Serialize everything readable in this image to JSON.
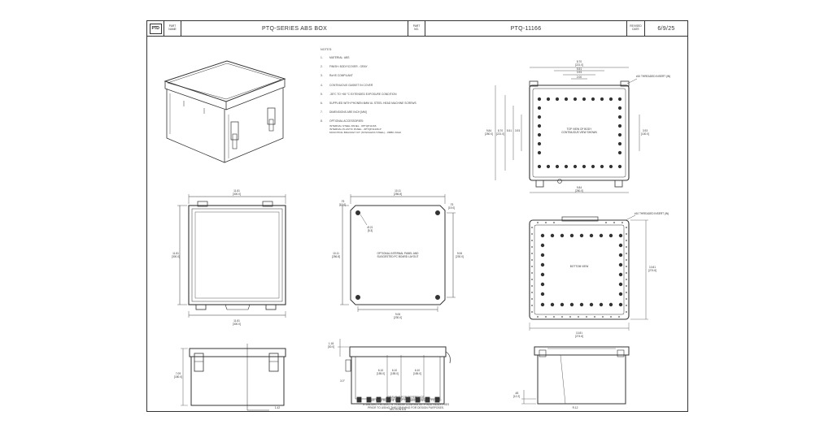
{
  "title_block": {
    "logo": "PTD",
    "part_name_label": [
      "PART",
      "NAME"
    ],
    "part_name": "PTQ-SERIES ABS BOX",
    "part_no_label": [
      "PART",
      "NO."
    ],
    "part_no": "PTQ-11166",
    "revised_label": [
      "REVISED",
      "DATE"
    ],
    "revised_date": "6/9/25"
  },
  "notes": {
    "heading": "NOTES:",
    "items": [
      {
        "num": "1.",
        "text": "MATERIAL: ABS"
      },
      {
        "num": "2.",
        "text": "FINISH: BODY/COVER - GRAY"
      },
      {
        "num": "3.",
        "text": "RoHS COMPLIANT"
      },
      {
        "num": "4.",
        "text": "CONTINUOUS GASKET IN COVER"
      },
      {
        "num": "5.",
        "text": "-35°C TO +65 °C EXTENDED EXPOSURE CONDITION"
      },
      {
        "num": "6.",
        "text": "SUPPLIED WITH PHONEN 6MM UL STEEL HEAD MACHINE SCREWS"
      },
      {
        "num": "7.",
        "text": "DIMENSIONS ARE INCH [MM]"
      },
      {
        "num": "8.",
        "text": "OPTIONAL ACCESSORIES:"
      }
    ],
    "accessories": [
      "INTERNAL STEEL PANEL - #PTQP11166",
      "INTERNAL PLASTIC PANEL - #PTQP11166-P",
      "MOUNTING BRACKET KIT (STAINLESS STEEL) - #MBK-SS22"
    ]
  },
  "views": {
    "top_view_note": [
      "TOP VIEW OF BODY",
      "CONTINUOUS VIEW SHOWN"
    ],
    "panel_note": [
      "OPTIONAL INTERNAL PANEL AND",
      "SUGGESTED PC BOARD LAYOUT"
    ],
    "bottom_view_note": "BOTTOM VIEW",
    "threaded_insert": "#10 THREADED INSERT (IN)",
    "section_label": "SECTION A-A"
  },
  "dims": {
    "front_width": "11.81",
    "front_width_mm": "[300.0]",
    "front_height": "11.81",
    "front_height_mm": "[300.0]",
    "front_base": "11.81",
    "front_base_mm": "[300.0]",
    "panel_width": "10.11",
    "panel_width_mm": "[256.8]",
    "panel_height": "10.11",
    "panel_height_mm": "[256.8]",
    "panel_inner": "9.06",
    "panel_inner_mm": "[230.0]",
    "panel_hole": "Ø.21",
    "panel_hole_mm": "[5.3]",
    "panel_corner": ".75",
    "panel_corner_mm": "[19.0]",
    "top_w1": "8.70",
    "top_w1_mm": "[221.0]",
    "top_w2": "5.51",
    "top_w2_mm": "[140.0]",
    "top_w3": "3.93",
    "top_w3_mm": "[100.0]",
    "top_w4": "2.00",
    "top_w4_mm": "[50.8]",
    "top_h1": "9.84",
    "top_h1_mm": "[250.0]",
    "top_h2": "8.70",
    "top_h2_mm": "[221.0]",
    "top_h3": "5.51",
    "top_h3_mm": "[140.0]",
    "top_h4": "3.93",
    "top_h4_mm": "[100.0]",
    "top_base": "9.84",
    "top_base_mm": "[250.0]",
    "bottom_h": "10.81",
    "bottom_h_mm": "[274.6]",
    "bottom_w": "10.81",
    "bottom_w_mm": "[274.6]",
    "side_h": "7.09",
    "side_h_mm": "[180.0]",
    "side_lid": "1.42",
    "side_lid_mm": "[36.0]",
    "sec_top": "1.18",
    "sec_top_mm": "[30.0]",
    "sec_d1": "6.10",
    "sec_d1_mm": "[155.0]",
    "sec_d2": "6.10",
    "sec_d2_mm": "[155.0]",
    "sec_d3": "6.10",
    "sec_d3_mm": "[155.0]",
    "sec_angle": "3.0°",
    "hinge_r": "R.12",
    "side_foot": ".48",
    "side_foot_mm": "[12.2]"
  },
  "disclaimer": [
    "DRAWING FOR REFERENCE",
    "WE RESERVE THE RIGHT TO MAKE CHANGES TO OUR",
    "STANDARD PRODUCTS. PLEASE CONFIRM WITH BUD INDUSTRIES",
    "PRIOR TO USING THIS DRAWING FOR DESIGN PURPOSES."
  ]
}
